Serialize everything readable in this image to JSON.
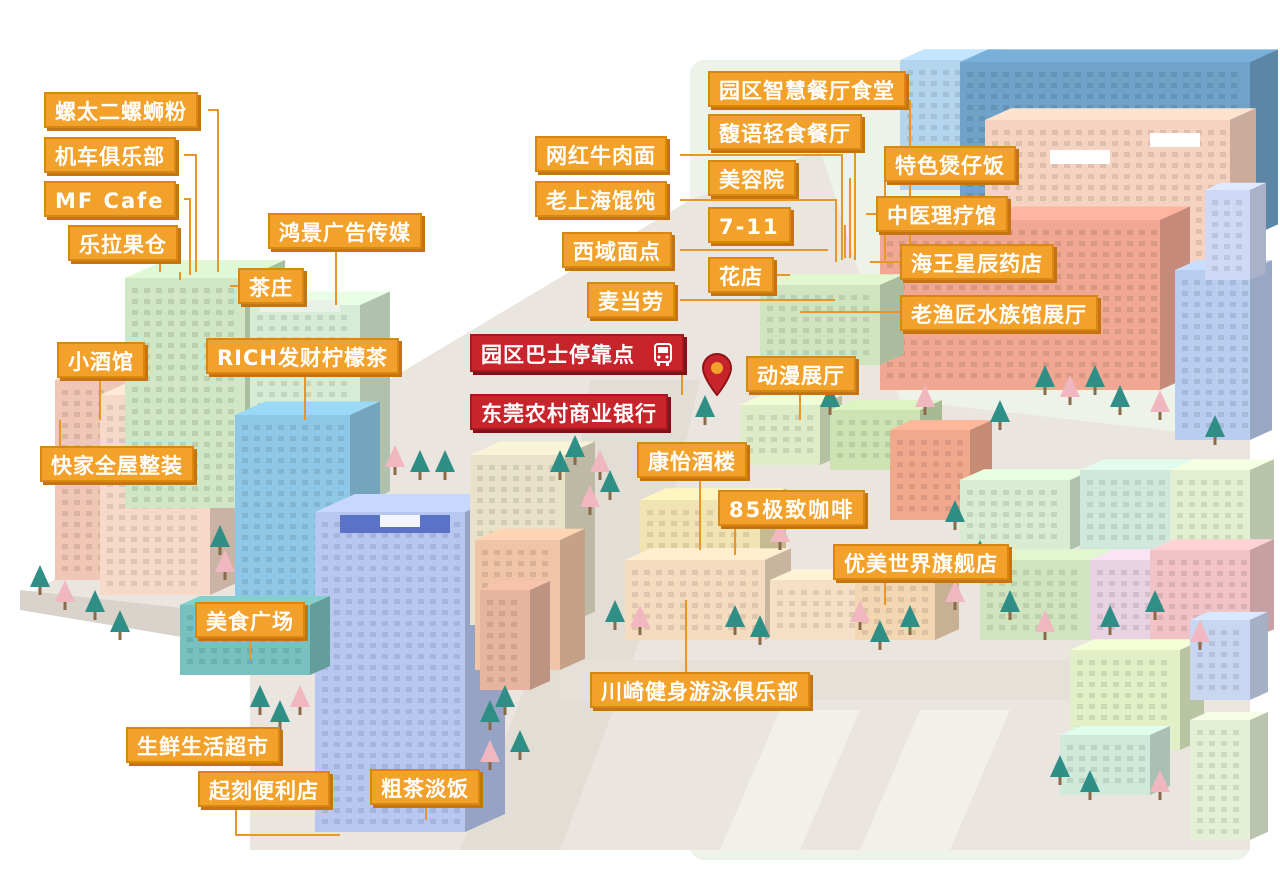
{
  "map": {
    "colors": {
      "label_bg": "#f2a12a",
      "label_border": "#d98714",
      "label_highlight_bg": "#c8242c",
      "road": "#e9e4dd",
      "tree": "#2f8f86",
      "blossom": "#f1b7c1",
      "pin": "#c8242c"
    },
    "labels": [
      {
        "id": "luosifen",
        "text": "螺太二螺蛳粉"
      },
      {
        "id": "moto-club",
        "text": "机车俱乐部"
      },
      {
        "id": "mf-cafe",
        "text": "MF Cafe"
      },
      {
        "id": "fruit",
        "text": "乐拉果仓"
      },
      {
        "id": "hongjing",
        "text": "鸿景广告传媒"
      },
      {
        "id": "tea-house",
        "text": "茶庄"
      },
      {
        "id": "bar",
        "text": "小酒馆"
      },
      {
        "id": "rich-tea",
        "text": "RICH发财柠檬茶"
      },
      {
        "id": "kuaijia",
        "text": "快家全屋整装"
      },
      {
        "id": "food-plaza",
        "text": "美食广场"
      },
      {
        "id": "fresh-market",
        "text": "生鲜生活超市"
      },
      {
        "id": "qike",
        "text": "起刻便利店"
      },
      {
        "id": "cucha",
        "text": "粗茶淡饭"
      },
      {
        "id": "bus-stop",
        "text": "园区巴士停靠点"
      },
      {
        "id": "bank",
        "text": "东莞农村商业银行"
      },
      {
        "id": "canteen",
        "text": "园区智慧餐厅食堂"
      },
      {
        "id": "beef-noodle",
        "text": "网红牛肉面"
      },
      {
        "id": "fuyu",
        "text": "馥语轻食餐厅"
      },
      {
        "id": "beauty",
        "text": "美容院"
      },
      {
        "id": "claypot",
        "text": "特色煲仔饭"
      },
      {
        "id": "wonton",
        "text": "老上海馄饨"
      },
      {
        "id": "seven-eleven",
        "text": "7-11"
      },
      {
        "id": "tcm",
        "text": "中医理疗馆"
      },
      {
        "id": "xiyu",
        "text": "西域面点"
      },
      {
        "id": "pharmacy",
        "text": "海王星辰药店"
      },
      {
        "id": "florist",
        "text": "花店"
      },
      {
        "id": "mcdonalds",
        "text": "麦当劳"
      },
      {
        "id": "aquarium",
        "text": "老渔匠水族馆展厅"
      },
      {
        "id": "anime",
        "text": "动漫展厅"
      },
      {
        "id": "kangyi",
        "text": "康怡酒楼"
      },
      {
        "id": "coffee85",
        "text": "85极致咖啡"
      },
      {
        "id": "youmei",
        "text": "优美世界旗舰店"
      },
      {
        "id": "kawasaki",
        "text": "川崎健身游泳俱乐部"
      }
    ]
  }
}
